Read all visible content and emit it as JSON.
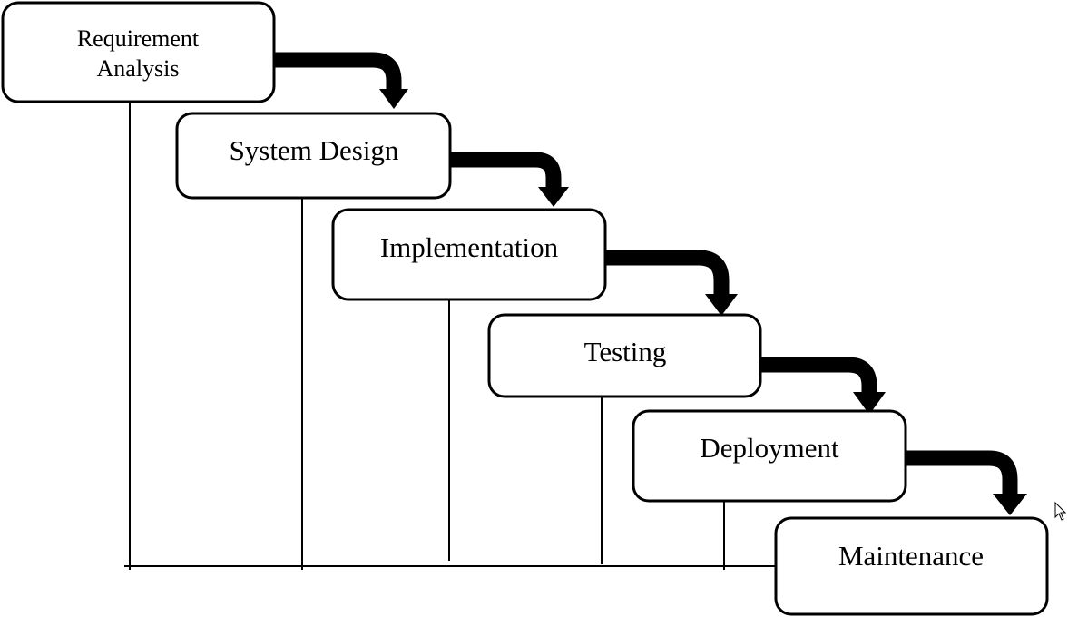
{
  "diagram": {
    "type": "waterfall-model",
    "stages": [
      {
        "id": "requirement-analysis",
        "label_lines": [
          "Requirement",
          "Analysis"
        ]
      },
      {
        "id": "system-design",
        "label_lines": [
          "System Design"
        ]
      },
      {
        "id": "implementation",
        "label_lines": [
          "Implementation"
        ]
      },
      {
        "id": "testing",
        "label_lines": [
          "Testing"
        ]
      },
      {
        "id": "deployment",
        "label_lines": [
          "Deployment"
        ]
      },
      {
        "id": "maintenance",
        "label_lines": [
          "Maintenance"
        ]
      }
    ],
    "colors": {
      "box_fill": "#ffffff",
      "stroke": "#000000",
      "background": "#ffffff"
    }
  }
}
